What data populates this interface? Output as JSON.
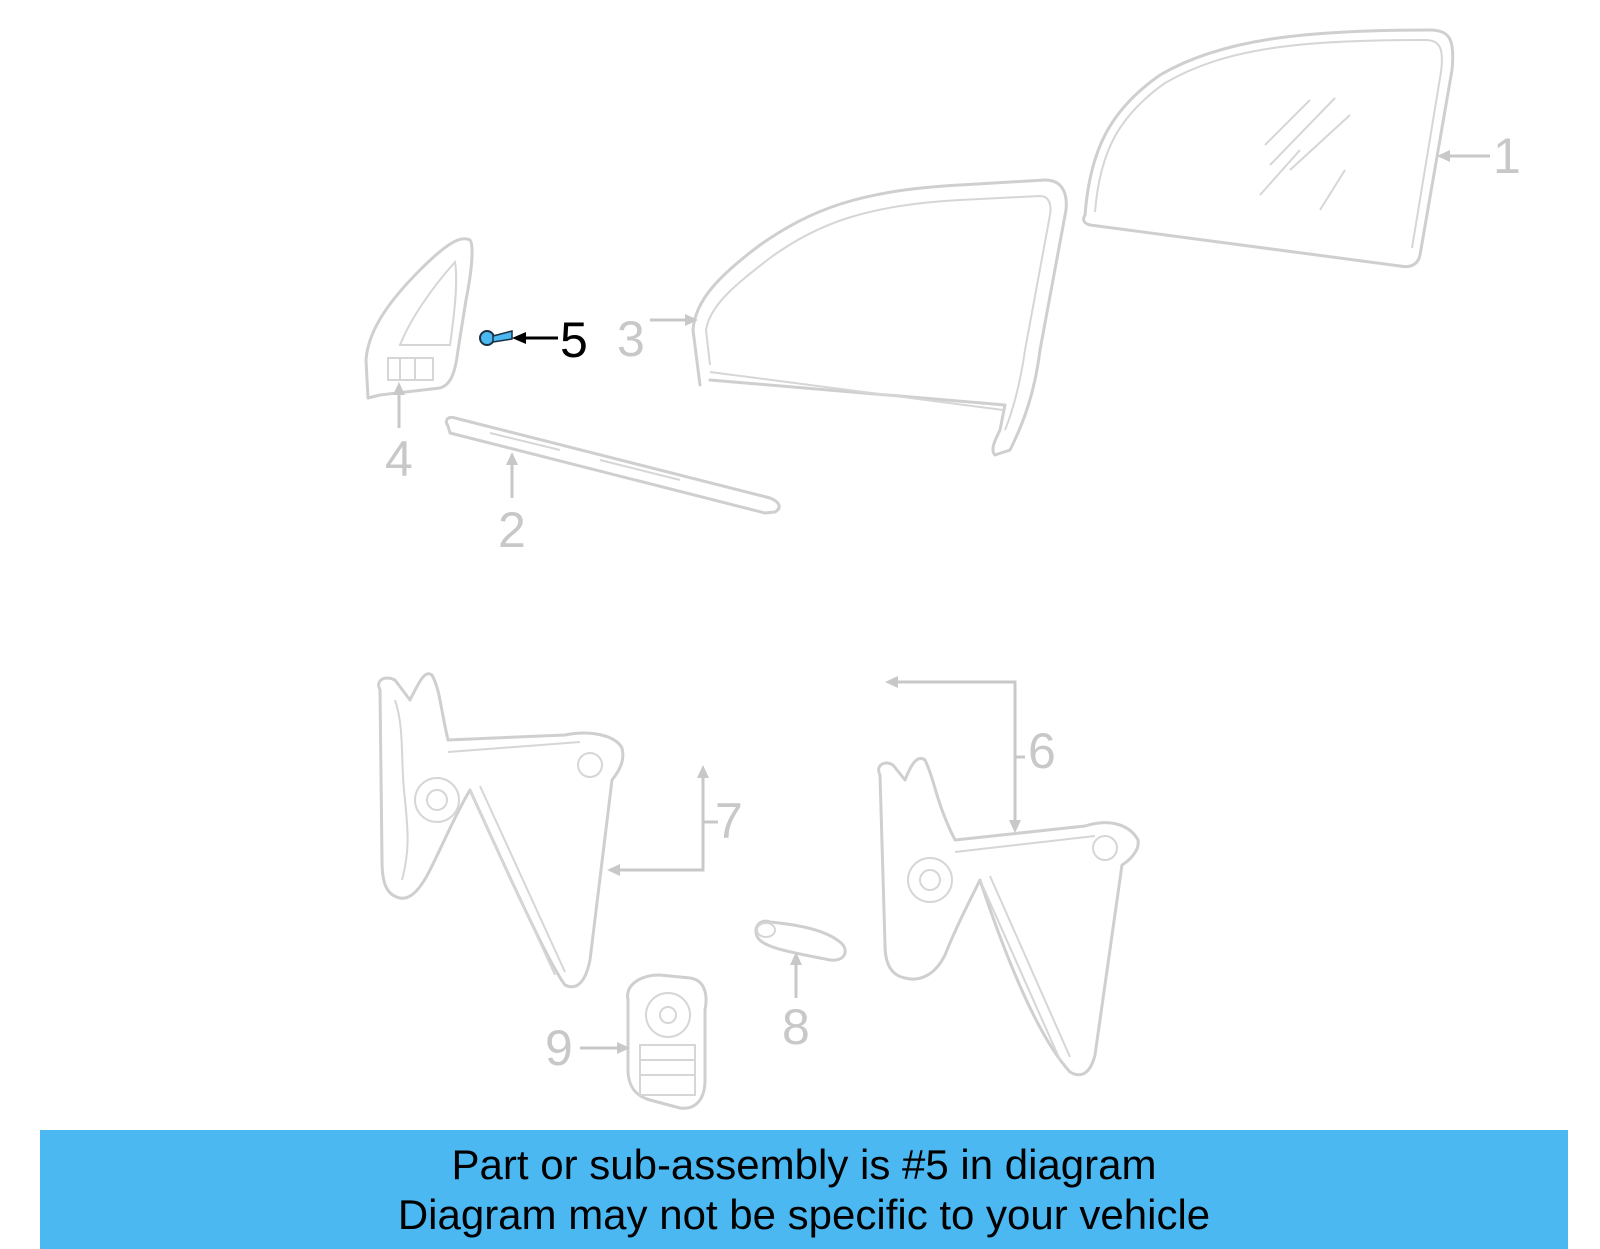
{
  "diagram": {
    "callouts": [
      {
        "id": "1",
        "label": "1",
        "active": false
      },
      {
        "id": "2",
        "label": "2",
        "active": false
      },
      {
        "id": "3",
        "label": "3",
        "active": false
      },
      {
        "id": "4",
        "label": "4",
        "active": false
      },
      {
        "id": "5",
        "label": "5",
        "active": true
      },
      {
        "id": "6",
        "label": "6",
        "active": false
      },
      {
        "id": "7",
        "label": "7",
        "active": false
      },
      {
        "id": "8",
        "label": "8",
        "active": false
      },
      {
        "id": "9",
        "label": "9",
        "active": false
      }
    ],
    "colors": {
      "part_outline": "#cfcfcf",
      "callout_inactive": "#c8c8c8",
      "callout_active": "#000000",
      "highlight_part": "#4cb8f2",
      "banner_background": "#4cb8f2"
    }
  },
  "banner": {
    "line1": "Part or sub-assembly is #5 in diagram",
    "line2": "Diagram may not be specific to your vehicle"
  }
}
